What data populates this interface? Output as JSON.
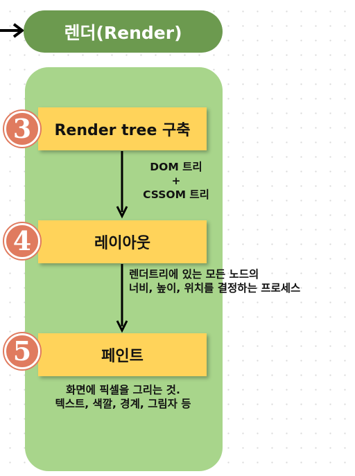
{
  "header": {
    "title": "렌더(Render)"
  },
  "steps": [
    {
      "number": "3",
      "label": "Render tree 구축"
    },
    {
      "number": "4",
      "label": "레이아웃"
    },
    {
      "number": "5",
      "label": "페인트"
    }
  ],
  "notes": {
    "tree_inputs": [
      "DOM 트리",
      "+",
      "CSSOM 트리"
    ],
    "layout_desc": [
      "렌더트리에 있는 모든 노드의",
      "너비, 높이, 위치를 결정하는 프로세스"
    ],
    "paint_desc": [
      "화면에 픽셀을 그리는 것.",
      "텍스트, 색깔, 경계, 그림자 등"
    ]
  },
  "colors": {
    "header_green": "#6c9a4f",
    "panel_green": "#a8d58b",
    "box_yellow": "#ffd35a",
    "badge_coral": "#e07b5f"
  }
}
